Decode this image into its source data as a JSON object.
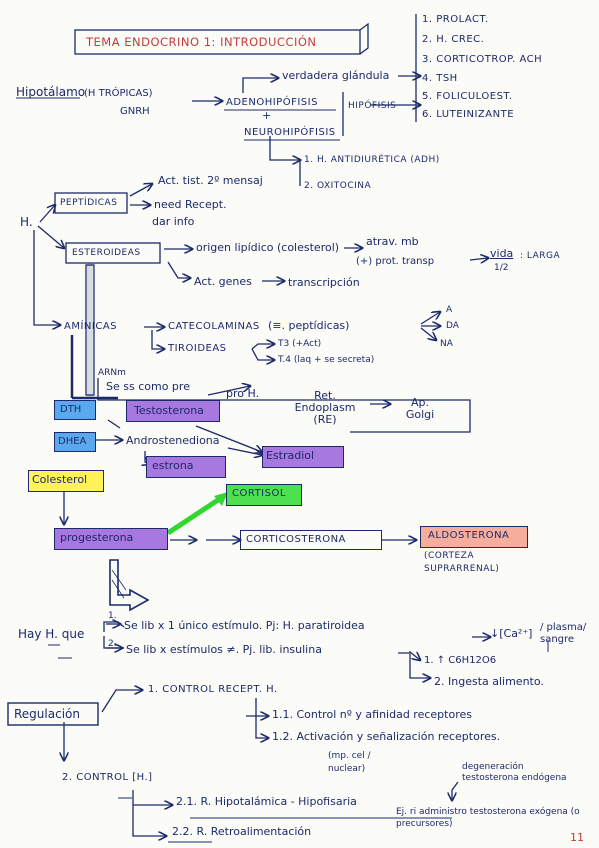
{
  "title": "TEMA ENDOCRINO 1: INTRODUCCIÓN",
  "hormone_list": [
    "1. PROLACT.",
    "2. H. CREC.",
    "3. CORTICOTROP. ACH",
    "4. TSH",
    "5. FOLICULOEST.",
    "6. LUTEINIZANTE"
  ],
  "hypothalamus": {
    "label": "Hipotálamo",
    "paren": "(H TRÓPICAS)",
    "gnrh": "GNRH",
    "adeno": "ADENOHIPÓFISIS",
    "plus": "+",
    "neuro": "NEUROHIPÓFISIS",
    "glandula": "verdadera glándula",
    "hipofisis": "HIPÓFISIS",
    "neuro_items": [
      "1. H. ANTIDIURÉTICA (ADH)",
      "2. OXITOCINA"
    ]
  },
  "h_label": "H.",
  "peptidicas": {
    "label": "PEPTÍDICAS",
    "act": "Act. tist. 2º mensaj",
    "need": "need Recept.",
    "dar": "dar info"
  },
  "esteroideas": {
    "label": "ESTEROIDEAS",
    "origen": "origen lipídico (colesterol)",
    "atrav": "atrav. mb",
    "prot": "(+) prot. transp",
    "vida": "vida",
    "vida_num": "1/2",
    "larga": ": LARGA",
    "genes": "Act. genes",
    "transc": "transcripción"
  },
  "aminicas": {
    "label": "AMÍNICAS",
    "cate": "CATECOLAMINAS",
    "cate_paren": "(≡. peptídicas)",
    "cate_items": [
      "A",
      "DA",
      "NA"
    ],
    "tiro": "TIROIDEAS",
    "t3": "T3 (+Act)",
    "t4": "T.4 (laq + se secreta)"
  },
  "synthesis": {
    "arnm": "ARNm",
    "sess": "Se ss como pre",
    "pro": "pro H.",
    "ret": "Ret. Endoplasm (RE)",
    "ap": "Ap. Golgi",
    "dth": "DTH",
    "testosterona": "Testosterona",
    "dhea": "DHEA",
    "androst": "Androstenediona",
    "estrona": "estrona",
    "estradiol": "Estradiol",
    "colesterol": "Colesterol",
    "cortisol": "CORTISOL",
    "progesterona": "progesterona",
    "corticosterona": "CORTICOSTERONA",
    "aldosterona": "ALDOSTERONA",
    "corteza": "(CORTEZA SUPRARRENAL)"
  },
  "stimuli": {
    "hay": "Hay H. que",
    "s1_num": "1.",
    "s1": "Se lib x 1 único estímulo. Pj: H. paratiroidea",
    "s1_res": "↓[Ca²⁺]",
    "s1_tail": "/ plasma/ sangre",
    "s2_num": "2.",
    "s2": "Se lib x estímulos ≠. Pj. lib. insulina",
    "s2_a": "1. ↑ C6H12O6",
    "s2_b": "2. Ingesta alimento."
  },
  "regulacion": {
    "label": "Regulación",
    "c1": "1. CONTROL RECEPT. H.",
    "c11": "1.1. Control nº y afinidad receptores",
    "c12": "1.2. Activación y señalización receptores.",
    "c12b": "(mp. cel / nuclear)",
    "c2": "2. CONTROL [H.]",
    "c21": "2.1. R. Hipotalámica - Hipofisaria",
    "c22": "2.2. R. Retroalimentación",
    "deg": "degeneración testosterona endógena",
    "ej": "Ej. ri administro testosterona exógena (o precursores)"
  },
  "page_number": "11",
  "colors": {
    "ink": "#1d2a6a",
    "blue": "#5aa9ee",
    "purple": "#a678e0",
    "yellow": "#fff25a",
    "green": "#4ee04e",
    "salmon": "#f6ad9b"
  }
}
